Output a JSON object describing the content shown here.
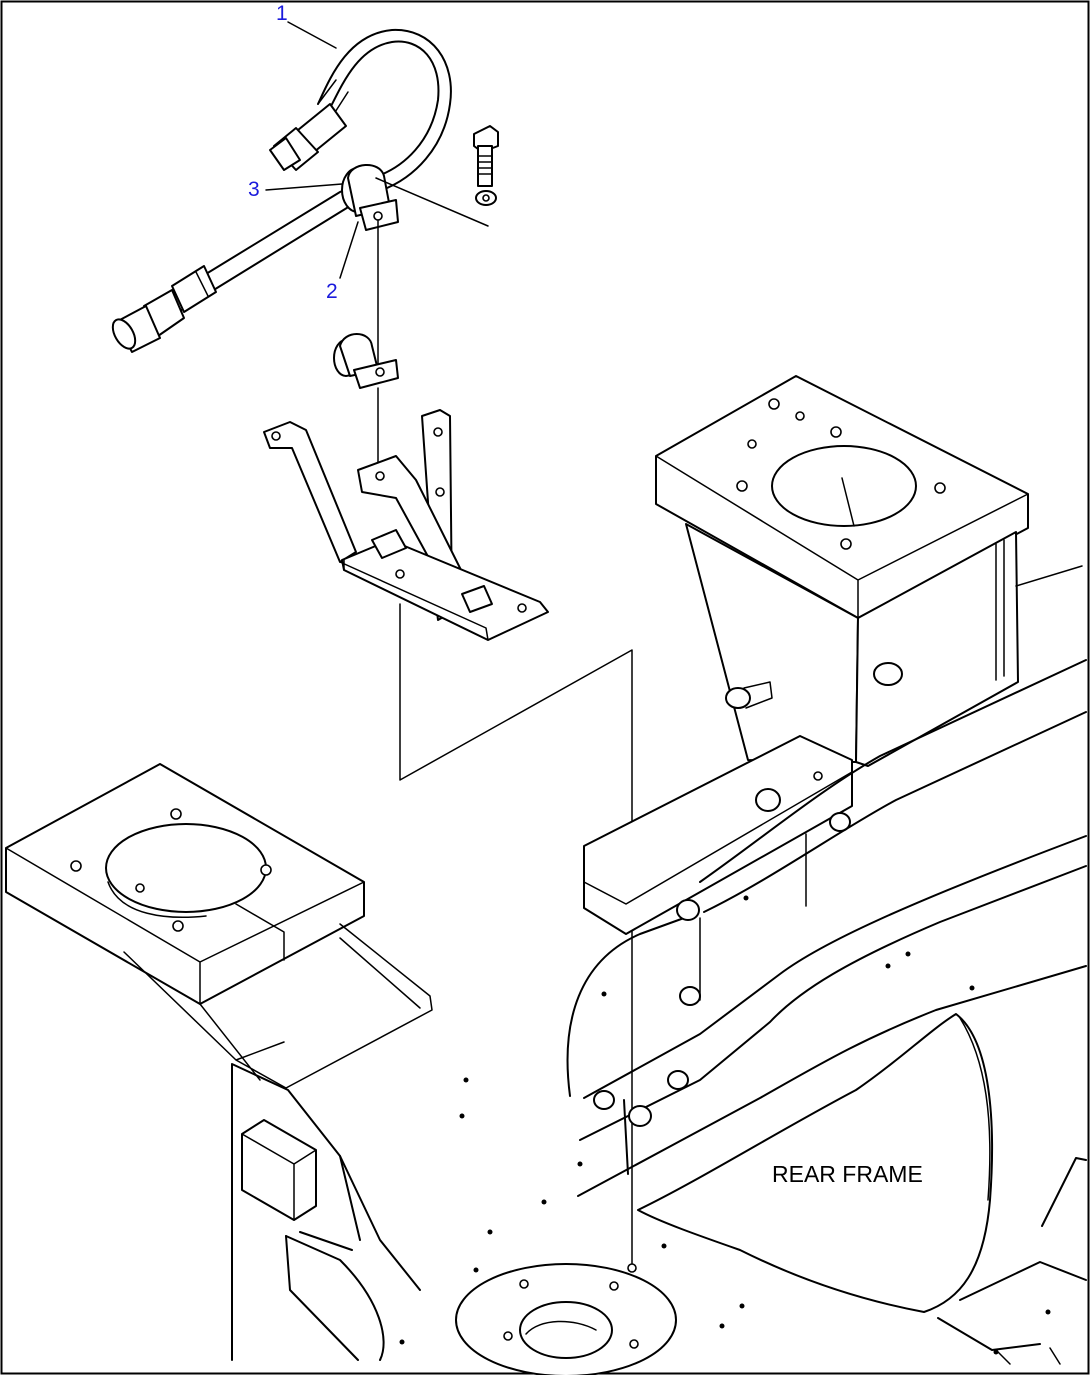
{
  "callouts": [
    {
      "number": "1",
      "part": "hose"
    },
    {
      "number": "2",
      "part": "clamp"
    },
    {
      "number": "3",
      "part": "rubber-cushion"
    }
  ],
  "labels": {
    "rear_frame": "REAR FRAME"
  },
  "colors": {
    "callout": "#1a1adc",
    "line": "#000000",
    "background": "#ffffff"
  }
}
